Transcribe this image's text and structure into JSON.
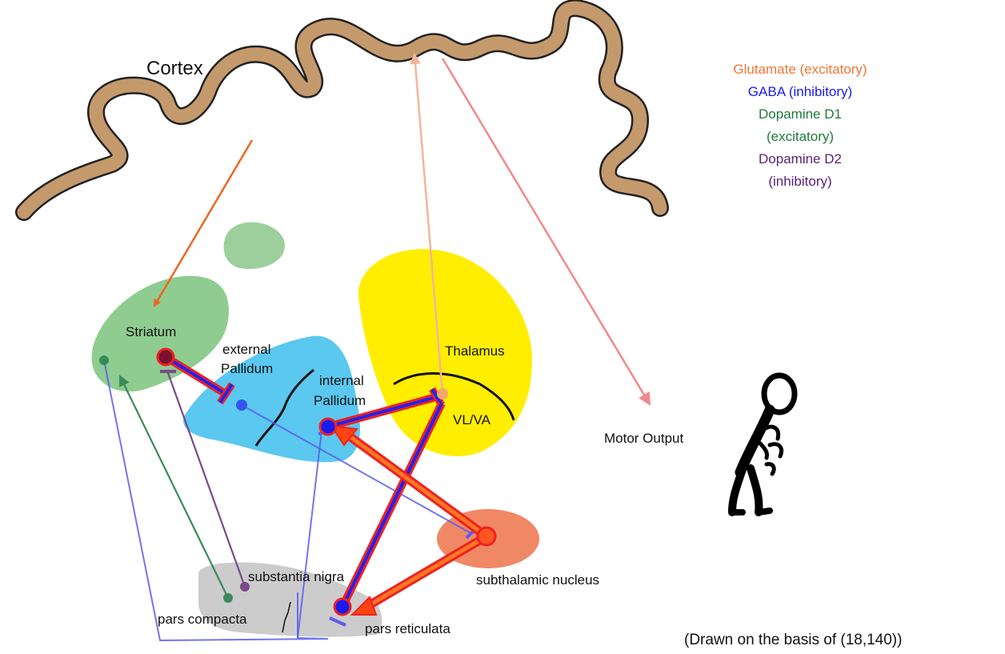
{
  "labels": {
    "cortex": "Cortex",
    "striatum": "Striatum",
    "external_pallidum_line1": "external",
    "external_pallidum_line2": "Pallidum",
    "internal_pallidum_line1": "internal",
    "internal_pallidum_line2": "Pallidum",
    "thalamus": "Thalamus",
    "vl_va": "VL/VA",
    "motor_output": "Motor Output",
    "subthalamic_nucleus": "subthalamic nucleus",
    "substantia_nigra": "substantia nigra",
    "pars_compacta": "pars compacta",
    "pars_reticulata": "pars reticulata"
  },
  "legend": [
    {
      "text": "Glutamate (excitatory)",
      "color": "#ee7733"
    },
    {
      "text": "GABA (inhibitory)",
      "color": "#1a1aee"
    },
    {
      "text": "Dopamine D1",
      "color": "#1e7a3a"
    },
    {
      "text": "(excitatory)",
      "color": "#1e7a3a"
    },
    {
      "text": "Dopamine D2",
      "color": "#5a2277"
    },
    {
      "text": "(inhibitory)",
      "color": "#5a2277"
    }
  ],
  "credit": "(Drawn on the basis of (18,140))",
  "colors": {
    "cortex_fill": "#c49a6c",
    "striatum": "#8fcc8f",
    "pallidum": "#5bc8f0",
    "thalamus": "#ffee00",
    "subthalamic": "#f08866",
    "substantia_nigra": "#cccccc",
    "glutamate": "#ee6622",
    "gaba": "#2222ee",
    "d1": "#3a8a5a",
    "d2": "#7a4a8a"
  }
}
